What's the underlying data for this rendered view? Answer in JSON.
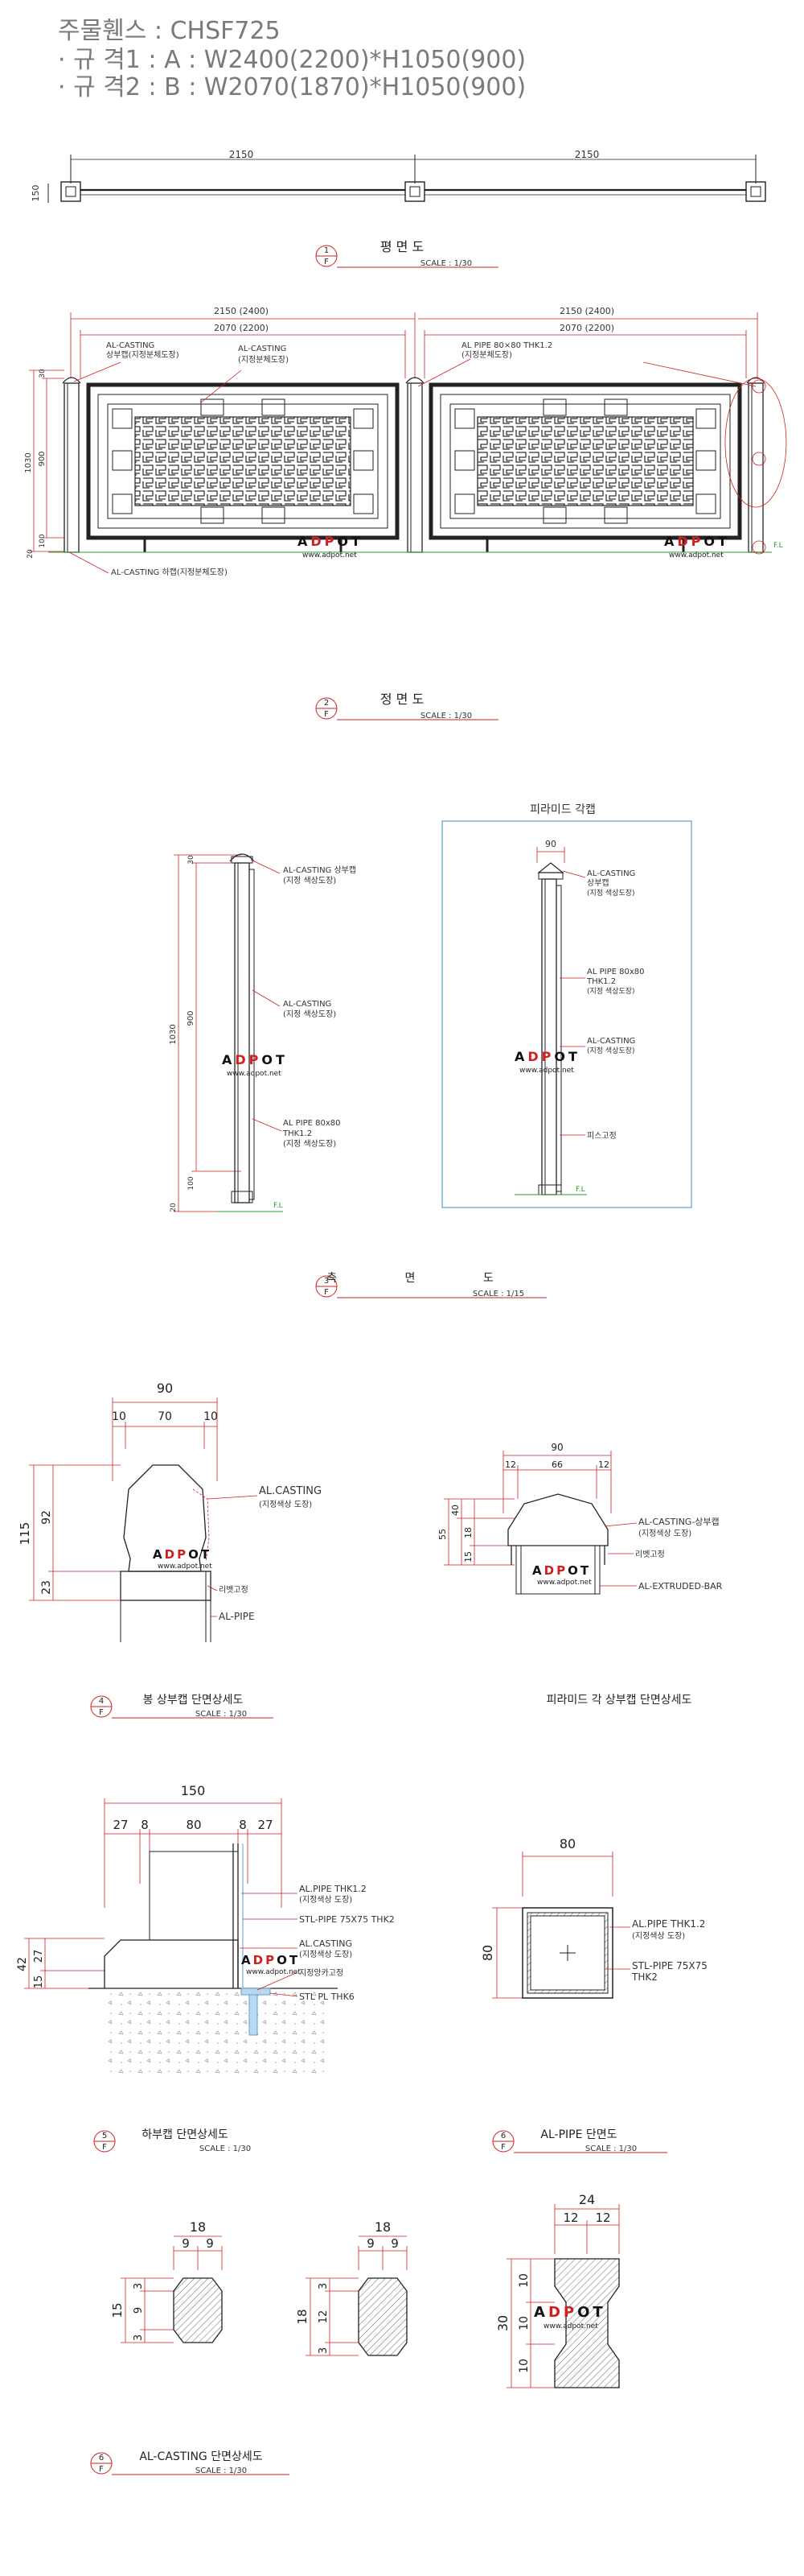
{
  "header": {
    "title": "주물휀스 : CHSF725",
    "spec1": "· 규 격1 : A : W2400(2200)*H1050(900)",
    "spec2": "· 규 격2 : B : W2070(1870)*H1050(900)"
  },
  "watermark": {
    "brand": "ADPOT",
    "url": "www.adpot.net"
  },
  "plan": {
    "dim_left": "2150",
    "dim_right": "2150",
    "dim_post": "150",
    "title_num": "1",
    "title_sub": "F",
    "title": "평 면 도",
    "scale": "SCALE : 1/30"
  },
  "front": {
    "dim_total_left": "2150 (2400)",
    "dim_inner_left": "2070 (2200)",
    "dim_total_right": "2150 (2400)",
    "dim_inner_right": "2070 (2200)",
    "label_top_cap": "AL-CASTING",
    "label_top_cap2": "상부캡(지정분체도장)",
    "label_casting": "AL-CASTING",
    "label_casting2": "(지정분체도장)",
    "label_pipe": "AL PIPE 80×80 THK1.2",
    "label_pipe2": "(지정분체도장)",
    "label_bottom": "AL-CASTING 하캡(지정분체도장)",
    "dim_v_total": "1030",
    "dim_v_mid": "900",
    "dim_v_top": "30",
    "dim_v_bot": "100",
    "dim_v_base": "20",
    "fl": "F.L",
    "title_num": "2",
    "title_sub": "F",
    "title": "정 면 도",
    "scale": "SCALE : 1/30"
  },
  "side": {
    "pyramid_title": "피라미드 각캡",
    "label_top": "AL-CASTING 상부캡",
    "label_top2": "(지정 색상도장)",
    "label_casting": "AL-CASTING",
    "label_casting2": "(지정 색상도장)",
    "label_pipe": "AL PIPE 80x80",
    "label_pipe2": "THK1.2",
    "label_pipe3": "(지정 색상도장)",
    "py_dim": "90",
    "py_label1": "AL-CASTING",
    "py_label1b": "상부캡",
    "py_label1c": "(지정 색상도장)",
    "py_label2": "AL PIPE 80x80",
    "py_label2b": "THK1.2",
    "py_label2c": "(지정 색상도장)",
    "py_label3": "AL-CASTING",
    "py_label3b": "(지정 색상도장)",
    "py_label4": "피스고정",
    "dim_v_total": "1030",
    "dim_v_mid": "900",
    "dim_v_top": "30",
    "dim_v_bot": "100",
    "dim_v_base": "20",
    "fl": "F.L",
    "title_num": "3",
    "title_sub": "F",
    "title": "측 면 도",
    "scale": "SCALE : 1/15"
  },
  "capdetail": {
    "d_top": "90",
    "d_a": "10",
    "d_b": "70",
    "d_c": "10",
    "d_h": "115",
    "d_h1": "92",
    "d_h2": "23",
    "label1": "AL.CASTING",
    "label1b": "(지정색상 도장)",
    "label2": "리벳고정",
    "label3": "AL-PIPE",
    "title_num": "4",
    "title_sub": "F",
    "title": "봉 상부캡 단면상세도",
    "scale": "SCALE : 1/30"
  },
  "pyramiddetail": {
    "d_top": "90",
    "d_a": "12",
    "d_b": "66",
    "d_c": "12",
    "d_h": "55",
    "d_h1": "40",
    "d_h2": "18",
    "d_h3": "15",
    "label1": "AL-CASTING-상부캡",
    "label1b": "(지정색상 도장)",
    "label2": "리벳고정",
    "label3": "AL-EXTRUDED-BAR",
    "title": "피라미드 각 상부캡 단면상세도"
  },
  "basedetail": {
    "d_top": "150",
    "d_a": "27",
    "d_b": "8",
    "d_c": "80",
    "d_d": "8",
    "d_e": "27",
    "d_h": "42",
    "d_h1": "27",
    "d_h2": "15",
    "label1": "AL.PIPE THK1.2",
    "label1b": "(지정색상 도장)",
    "label2": "STL-PIPE 75X75 THK2",
    "label3": "AL.CASTING",
    "label3b": "(지정색상 도장)",
    "label4": "지정앙카고정",
    "label5": "STL PL THK6",
    "title_num": "5",
    "title_sub": "F",
    "title": "하부캡 단면상세도",
    "scale": "SCALE : 1/30"
  },
  "pipesection": {
    "d_w": "80",
    "d_h": "80",
    "label1": "AL.PIPE THK1.2",
    "label1b": "(지정색상 도장)",
    "label2": "STL-PIPE 75X75",
    "label2b": "THK2",
    "title_num": "6",
    "title_sub": "F",
    "title": "AL-PIPE 단면도",
    "scale": "SCALE : 1/30"
  },
  "castsection": {
    "s1": {
      "w": "18",
      "w1": "9",
      "w2": "9",
      "h": "15",
      "h1": "3",
      "h2": "9",
      "h3": "3"
    },
    "s2": {
      "w": "18",
      "w1": "9",
      "w2": "9",
      "h": "18",
      "h1": "3",
      "h2": "12",
      "h3": "3"
    },
    "s3": {
      "w": "24",
      "w1": "12",
      "w2": "12",
      "h": "30",
      "h1": "10",
      "h2": "10",
      "h3": "10"
    },
    "title_num": "6",
    "title_sub": "F",
    "title": "AL-CASTING 단면상세도",
    "scale": "SCALE : 1/30"
  },
  "colors": {
    "red": "#d21f1f",
    "green": "#2a9d2a",
    "blue_frame": "#5a9fd4",
    "line": "#222222",
    "dim_text": "#333333"
  }
}
